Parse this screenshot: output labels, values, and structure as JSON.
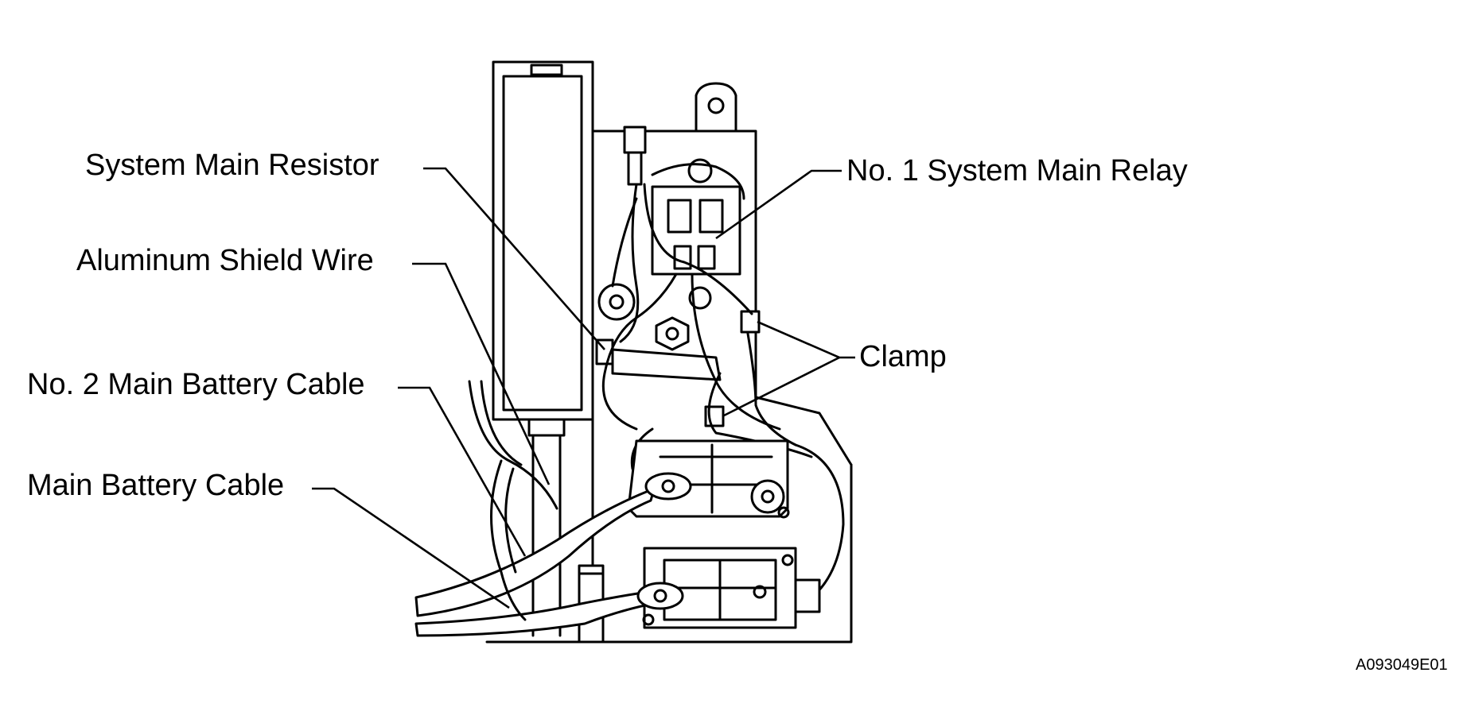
{
  "labels": {
    "system_main_resistor": "System Main Resistor",
    "aluminum_shield_wire": "Aluminum Shield Wire",
    "no2_main_battery_cable": "No. 2 Main Battery Cable",
    "main_battery_cable": "Main Battery Cable",
    "no1_system_main_relay": "No. 1 System Main Relay",
    "clamp": "Clamp"
  },
  "figure_code": "A093049E01"
}
